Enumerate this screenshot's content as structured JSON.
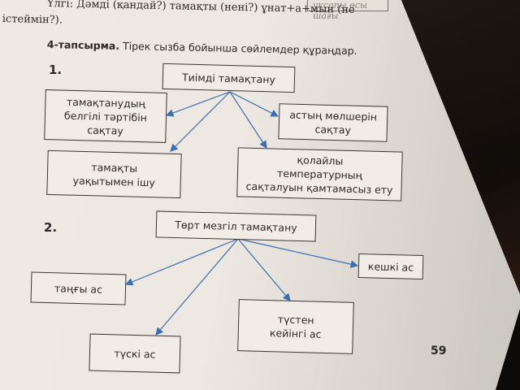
{
  "header": {
    "top_strip": "ұқсапы өсы шағы",
    "example_line1": "Үлгі: Дәмді (қандай?) тамақты (нені?) ұнат+а+мын (не",
    "example_line2": "істеймін?).",
    "task_label": "4-тапсырма.",
    "task_text": "Тірек сызба бойынша сөйлемдер құраңдар."
  },
  "diagram1": {
    "number": "1.",
    "center": "Тиімді тамақтану",
    "nodes": [
      "тамақтанудың\nбелгілі тәртібін\nсақтау",
      "астың мөлшерін\nсақтау",
      "тамақты\nуақытымен ішу",
      "қолайлы\nтемпературның\nсақталуын қамтамасыз ету"
    ]
  },
  "diagram2": {
    "number": "2.",
    "center": "Төрт мезгіл тамақтану",
    "nodes": [
      "таңғы ас",
      "кешкі ас",
      "түстен\nкейінгі ас",
      "түскі ас"
    ]
  },
  "footer": {
    "page_number": "59"
  },
  "colors": {
    "arrow": "#3a6fb0",
    "paper": "#ede8e1",
    "ink": "#2c2a28"
  }
}
